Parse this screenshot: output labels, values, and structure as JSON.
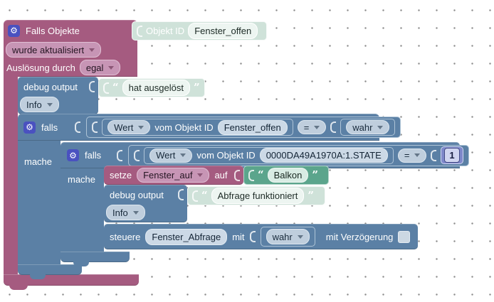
{
  "icons": {
    "gear": "⚙",
    "open_quote": "“",
    "close_quote": "”"
  },
  "colors": {
    "trigger_block": "#a55b80",
    "logic_block": "#5b80a5",
    "shadow_text_block": "#cfe2d9",
    "text_block": "#5ba58c",
    "number_block": "#7e88ca",
    "gear_icon_bg": "#4a51c0",
    "workspace_dot": "#8f8f8f"
  },
  "trigger_block": {
    "title": "Falls Objekte",
    "object_id_label": "Objekt ID",
    "object_id_value": "Fenster_offen",
    "update_mode": "wurde aktualisiert",
    "trigger_by_label": "Auslösung durch",
    "trigger_by_value": "egal"
  },
  "debug_block_1": {
    "label": "debug output",
    "message": "hat ausgelöst",
    "severity": "Info"
  },
  "outer_if": {
    "if_label": "falls",
    "do_label": "mache",
    "condition": {
      "value_selector": "Wert",
      "source_label": "vom Objekt ID",
      "object_id": "Fenster_offen",
      "operator": "=",
      "compare_value": "wahr"
    }
  },
  "inner_if": {
    "if_label": "falls",
    "do_label": "mache",
    "condition": {
      "value_selector": "Wert",
      "source_label": "vom Objekt ID",
      "object_id": "0000DA49A1970A:1.STATE",
      "operator": "=",
      "compare_value": "1"
    }
  },
  "set_block": {
    "set_label": "setze",
    "variable": "Fenster_auf",
    "to_label": "auf",
    "value": "Balkon"
  },
  "debug_block_2": {
    "label": "debug output",
    "message": "Abfrage funktioniert",
    "severity": "Info"
  },
  "control_block": {
    "label": "steuere",
    "object_id": "Fenster_Abfrage",
    "with_label": "mit",
    "value": "wahr",
    "delay_label": "mit Verzögerung"
  }
}
